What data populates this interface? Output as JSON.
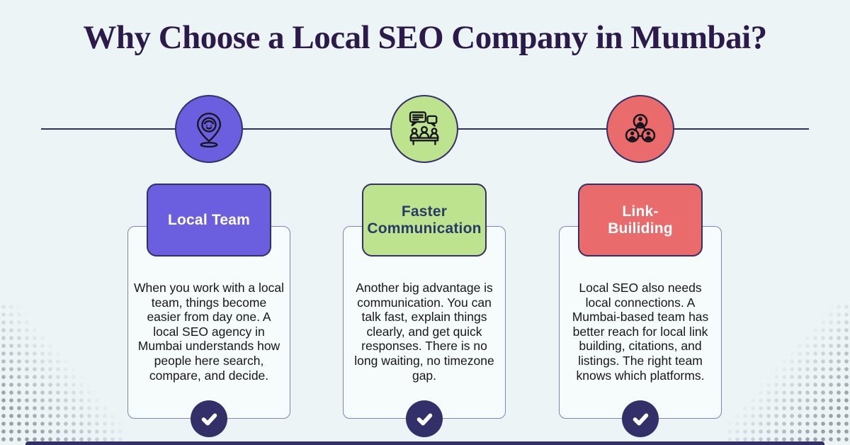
{
  "theme": {
    "background": "#ECF4F6",
    "title": "#2C1A4B",
    "purple": "#6C5FDF",
    "green": "#BEE38E",
    "coral": "#E96B6B",
    "navy": "#333069",
    "card_border": "#8582B8",
    "card_bg": "#F6FBFC",
    "body_text": "#171717",
    "dot": "#98A1A8",
    "green_text": "#2B3966"
  },
  "title": {
    "text": "Why Choose a Local SEO Company in Mumbai?"
  },
  "columns": [
    {
      "id": "local-team",
      "icon": "location-pin-person-icon",
      "header": {
        "label": "Local Team"
      },
      "body": "When you work with a local team, things become easier from day one. A local SEO agency in Mumbai understands how people here search, compare, and decide."
    },
    {
      "id": "faster-communication",
      "icon": "meeting-discussion-icon",
      "header": {
        "label": "Faster\nCommunication"
      },
      "body": "Another big advantage is communication. You can talk fast, explain things clearly, and get quick responses. There is no long waiting, no timezone gap."
    },
    {
      "id": "link-building",
      "icon": "team-network-icon",
      "header": {
        "label": "Link-\nBuiliding"
      },
      "body": "Local SEO also needs local connections. A Mumbai-based team has better reach for local link building, citations, and listings. The right team knows which platforms."
    }
  ],
  "badge": {
    "icon": "checkmark-icon"
  }
}
